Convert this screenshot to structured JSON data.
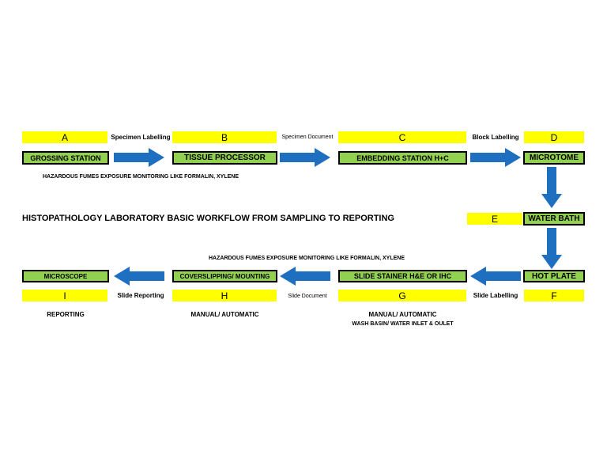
{
  "title": "HISTOPATHOLOGY LABORATORY BASIC WORKFLOW FROM SAMPLING TO REPORTING",
  "steps": {
    "A": {
      "letter": "A",
      "station": "GROSSING STATION"
    },
    "B": {
      "letter": "B",
      "station": "TISSUE PROCESSOR"
    },
    "C": {
      "letter": "C",
      "station": "EMBEDDING STATION H+C"
    },
    "D": {
      "letter": "D",
      "station": "MICROTOME"
    },
    "E": {
      "letter": "E",
      "station": "WATER BATH"
    },
    "F": {
      "letter": "F",
      "station": "HOT PLATE"
    },
    "G": {
      "letter": "G",
      "station": "SLIDE STAINER H&E OR IHC"
    },
    "H": {
      "letter": "H",
      "station": "COVERSLIPPING/ MOUNTING"
    },
    "I": {
      "letter": "I",
      "station": "MICROSCOPE"
    }
  },
  "transitions": {
    "a_b": "Specimen Labelling",
    "b_c": "Specimen Document",
    "c_d": "Block Labelling",
    "f_g": "Slide Labelling",
    "g_h": "Slide Document",
    "h_i": "Slide Reporting"
  },
  "notes": {
    "top_hazard": "HAZARDOUS FUMES EXPOSURE MONITORING LIKE FORMALIN, XYLENE",
    "bottom_hazard": "HAZARDOUS FUMES EXPOSURE MONITORING LIKE FORMALIN, XYLENE",
    "i_note": "REPORTING",
    "h_note": "MANUAL/ AUTOMATIC",
    "g_note": "MANUAL/ AUTOMATIC",
    "g_subnote": "WASH BASIN/ WATER INLET & OULET"
  },
  "colors": {
    "letter_bg": "#ffff00",
    "station_bg": "#92d050",
    "arrow": "#1f6fc0"
  }
}
